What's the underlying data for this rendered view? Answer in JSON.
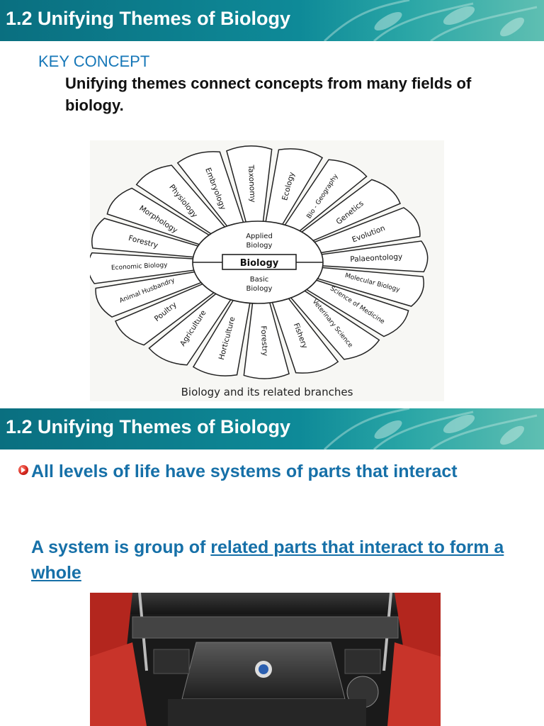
{
  "slide1": {
    "title": "1.2 Unifying Themes of Biology",
    "key_concept_label": "KEY CONCEPT",
    "key_concept_text": "Unifying themes connect concepts from many fields of biology.",
    "diagram": {
      "center_label": "Biology",
      "upper_label": "Applied Biology",
      "lower_label": "Basic Biology",
      "branches": [
        "Ecology",
        "Bio - Geography",
        "Genetics",
        "Evolution",
        "Palaeontology",
        "Molecular Biology",
        "Science of Medicine",
        "Veterinary Science",
        "Fishery",
        "Forestry",
        "Horticulture",
        "Agriculture",
        "Poultry",
        "Animal Husbandry",
        "Economic Biology",
        "Forestry",
        "Morphology",
        "Physiology",
        "Embryology",
        "Taxonomy"
      ],
      "caption": "Biology and its related branches"
    }
  },
  "slide2": {
    "title": "1.2 Unifying Themes of Biology",
    "bullet_text": "All levels of life have systems of parts that interact",
    "system_prefix": "A system is group of ",
    "system_underlined": "related parts that interact to form a whole",
    "image_icon": "car-engine-photo"
  },
  "colors": {
    "banner": "#0e8a98",
    "heading_blue": "#1670a8",
    "key_concept_blue": "#1677b8",
    "bullet_red": "#d8281f"
  }
}
